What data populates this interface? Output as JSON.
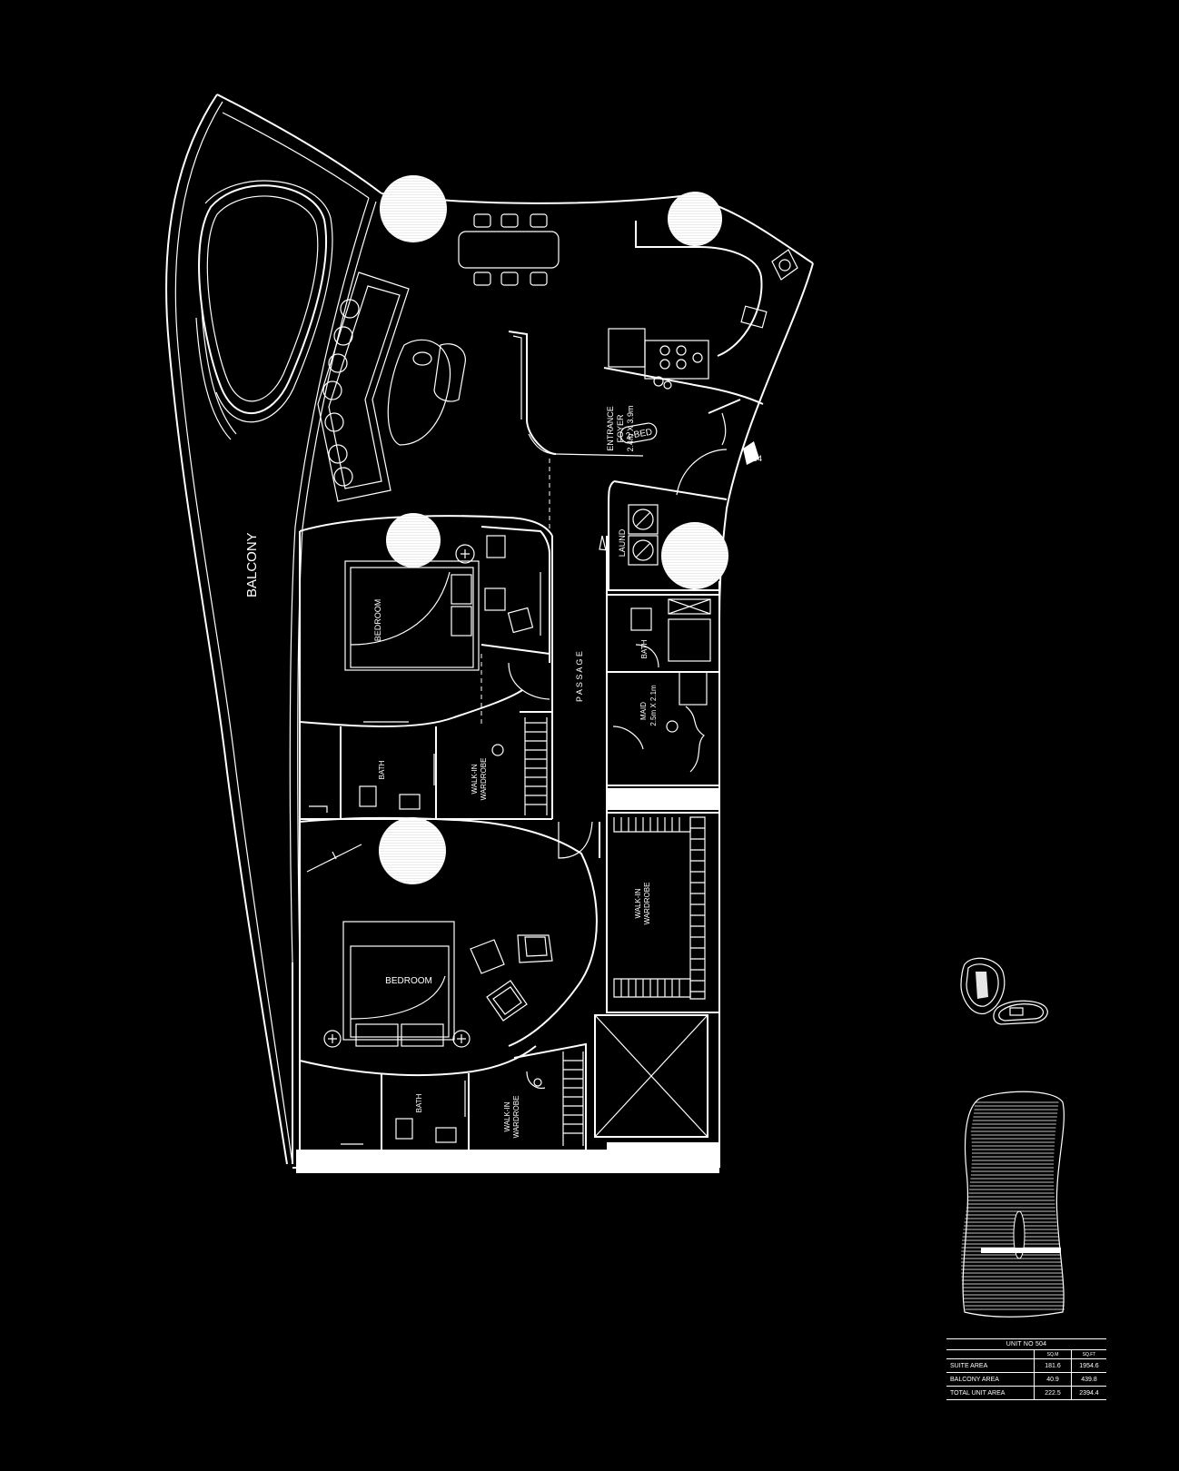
{
  "plan": {
    "labels": {
      "balcony": "BALCONY",
      "entrance_line1": "ENTRANCE",
      "entrance_line2": "FOYER",
      "entrance_line3": "2.4m X 3.9m",
      "bed_tag": "2-BED",
      "door_number": "04",
      "laundry": "LAUND",
      "passage": "P A S S A G E",
      "bedroom_1": "BEDROOM",
      "bath_1": "BATH",
      "walkin_1_line1": "WALK-IN",
      "walkin_1_line2": "WARDROBE",
      "bath_maid": "BATH",
      "maid_line1": "MAID",
      "maid_line2": "2.5m X 2.1m",
      "walkin_2_line1": "WALK-IN",
      "walkin_2_line2": "WARDROBE",
      "bedroom_2": "BEDROOM",
      "bath_2": "BATH",
      "walkin_3_line1": "WALK-IN",
      "walkin_3_line2": "WARDROBE"
    },
    "colors": {
      "background": "#000000",
      "lines": "#ffffff"
    }
  },
  "area_table": {
    "title": "UNIT NO 504",
    "unit_sqm": "SQ.M",
    "unit_sqft": "SQ.FT",
    "rows": [
      {
        "label": "SUITE AREA",
        "sqm": "181.6",
        "sqft": "1954.6"
      },
      {
        "label": "BALCONY AREA",
        "sqm": "40.9",
        "sqft": "439.8"
      },
      {
        "label": "TOTAL UNIT AREA",
        "sqm": "222.5",
        "sqft": "2394.4"
      }
    ]
  }
}
